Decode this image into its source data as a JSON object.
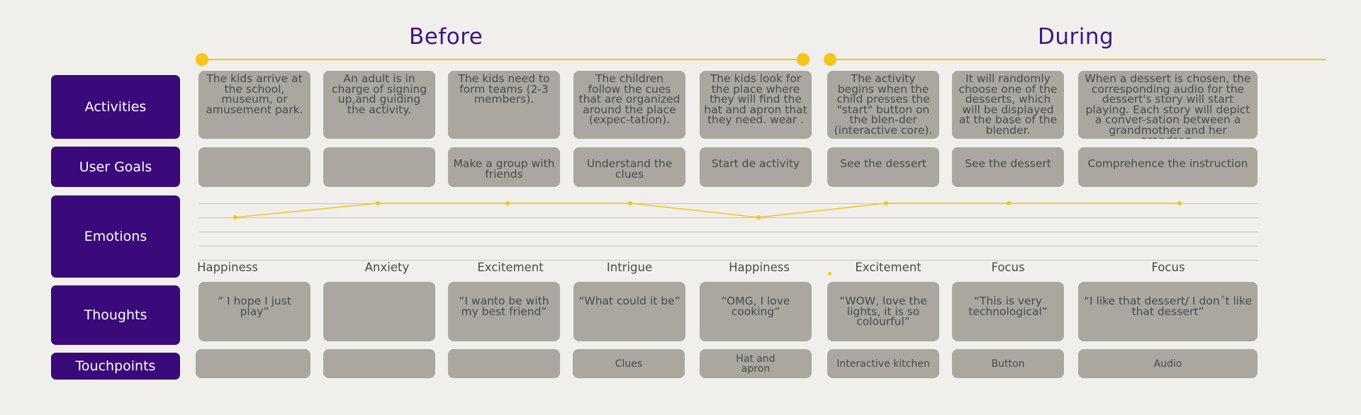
{
  "phases": [
    {
      "title": "Before"
    },
    {
      "title": "During"
    }
  ],
  "row_labels": {
    "activities": "Activities",
    "user_goals": "User Goals",
    "emotions": "Emotions",
    "thoughts": "Thoughts",
    "touchpoints": "Touchpoints"
  },
  "activities": [
    "The kids arrive at the school, museum, or amusement park.",
    "An adult is in charge of signing up,and guiding the activity.",
    "The kids need to form teams (2-3 members).",
    "The children follow the cues that are organized around the place (expec-tation).",
    "The kids look for the place where they will find the hat and apron that they need. wear .",
    "The activity begins when the child presses the \"start\" button on the blen-der (interactive core).",
    "It will randomly choose one of the desserts, which will be displayed at the base of the blender.",
    "When a dessert is chosen, the corresponding audio for the dessert's story will start playing. Each story will depict a conver-sation between a grandmother and her grandson."
  ],
  "user_goals": [
    "",
    "",
    "Make a group with friends",
    "Understand the clues",
    "Start de activity",
    "See the dessert",
    "See the dessert",
    "Comprehence the instruction"
  ],
  "emotions": {
    "labels": [
      "Happiness",
      "Anxiety",
      "Excitement",
      "Intrigue",
      "Happiness",
      "Excitement",
      "Focus",
      "Focus"
    ],
    "levels": [
      1,
      0,
      0,
      0,
      1,
      0,
      0,
      0
    ]
  },
  "thoughts": [
    "“ I hope I just play”",
    "",
    "“I wanto be with my best friend”",
    "“What could it be”",
    "“OMG, I love cooking”",
    "“WOW, love the lights, it  is so colourful”",
    "“This is very technological”",
    "“I like that dessert/  I don´t like that dessert”"
  ],
  "touchpoints": [
    "",
    "",
    "",
    "Clues",
    "Hat and apron",
    "Interactive kitchen",
    "Button",
    "Audio"
  ],
  "colors": {
    "background": "#f0efec",
    "label_fill": "#3a0a7a",
    "card_fill": "#a9a7a0",
    "accent": "#f5c518",
    "title": "#3d1780"
  }
}
